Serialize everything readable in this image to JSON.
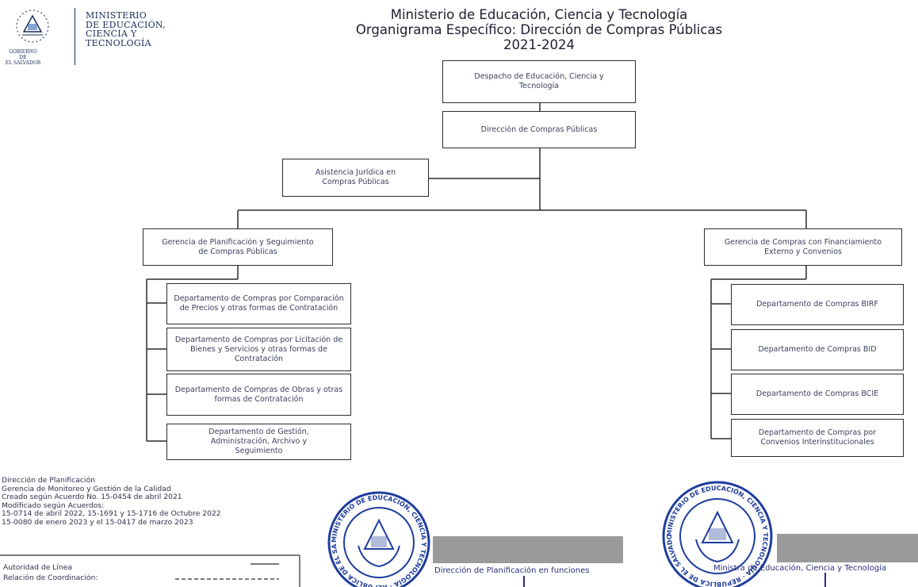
{
  "header": {
    "logo_lines": [
      "MINISTERIO",
      "DE EDUCACIÓN,",
      "CIENCIA Y",
      "TECNOLOGÍA"
    ],
    "logo_gov_lines": [
      "GOBIERNO DE",
      "EL SALVADOR"
    ],
    "title_line1": "Ministerio de Educación, Ciencia y Tecnología",
    "title_line2": "Organigrama Específico: Dirección de Compras Públicas",
    "title_line3": "2021-2024"
  },
  "org": {
    "despacho": "Despacho de Educación, Ciencia y Tecnología",
    "direccion": "Dirección de Compras Públicas",
    "asistencia": "Asistencia Jurídica en Compras Públicas",
    "gerencia_planificacion": "Gerencia de Planificación y Seguimiento de Compras Públicas",
    "gerencia_externo": "Gerencia de Compras con Financiamiento Externo y Convenios",
    "left_departments": [
      "Departamento de Compras por Comparación de Precios y otras formas de Contratación",
      "Departamento de Compras por Licitación de Bienes y Servicios y otras formas de Contratación",
      "Departamento de Compras de Obras y otras formas de Contratación",
      "Departamento de Gestión, Administración, Archivo y Seguimiento"
    ],
    "right_departments": [
      "Departamento de Compras BIRF",
      "Departamento de Compras BID",
      "Departamento de Compras BCIE",
      "Departamento de Compras por Convenios Interinstitucionales"
    ]
  },
  "footer": {
    "lines": [
      "Dirección de Planificación",
      "Gerencia de Monitoreo y Gestión de la Calidad",
      "Creado según Acuerdo No. 15-0454 de abril 2021",
      "Modificado según Acuerdos:",
      "15-0714 de abril 2022, 15-1691 y 15-1716 de Octubre 2022",
      "15-0080 de enero 2023 y el 15-0417 de marzo 2023"
    ],
    "legend_authority": "Autoridad de Línea",
    "legend_coordination": "Relación de Coordinación:"
  },
  "signatures": {
    "left_text": "Dirección de Planificación en funciones",
    "right_text": "Ministra de Educación, Ciencia y Tecnología"
  },
  "seals": {
    "left_ring": "MINISTERIO DE EDUCACIÓN, CIENCIA Y TECNOLOGÍA · REPÚBLICA DE EL SALVADOR EN LA AMÉRICA CENTRAL",
    "right_ring": "MINISTERIO DE EDUCACIÓN, CIENCIA Y TECNOLOGÍA · REPÚBLICA DE EL SALVADOR EN LA AMÉRICA CENTRAL"
  },
  "colors": {
    "seal_blue": "#1f3d9c",
    "line": "#2b2b33",
    "box_text": "#3a3f5a",
    "signature_bar": "#9a9a9a"
  }
}
